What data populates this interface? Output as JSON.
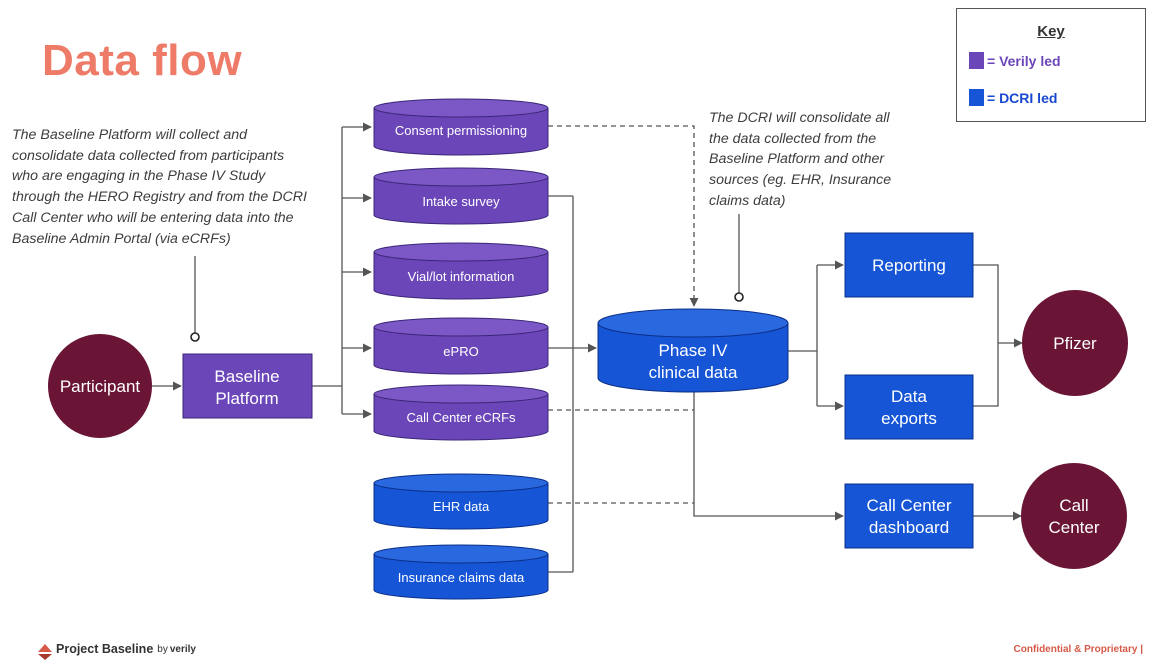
{
  "title": "Data flow",
  "note_left": "The Baseline Platform will collect and consolidate data collected from participants who are engaging in the Phase IV Study through the HERO Registry and from the DCRI Call Center who will be entering data into the Baseline Admin Portal (via eCRFs)",
  "note_right": "The DCRI will consolidate all the data collected from the Baseline Platform and other sources (eg. EHR, Insurance claims data)",
  "key": {
    "title": "Key",
    "verily": "= Verily led",
    "dcri": "= DCRI led"
  },
  "colors": {
    "verily": "#6b46b8",
    "dcri": "#1656d6",
    "circle": "#6a1535",
    "title": "#ee7b68"
  },
  "nodes": {
    "participant": "Participant",
    "baseline_platform": [
      "Baseline",
      "Platform"
    ],
    "consent": "Consent permissioning",
    "intake": "Intake survey",
    "vial": "Vial/lot information",
    "epro": "ePRO",
    "call_center_ecrfs": "Call Center eCRFs",
    "ehr": "EHR data",
    "insurance": "Insurance claims data",
    "phase_iv": [
      "Phase IV",
      "clinical data"
    ],
    "reporting": "Reporting",
    "data_exports": [
      "Data",
      "exports"
    ],
    "call_center_dashboard": [
      "Call Center",
      "dashboard"
    ],
    "pfizer": "Pfizer",
    "call_center": [
      "Call",
      "Center"
    ]
  },
  "footer": {
    "brand": "Project Baseline",
    "by": "by",
    "verily": "verily",
    "confidential": "Confidential & Proprietary  |"
  }
}
